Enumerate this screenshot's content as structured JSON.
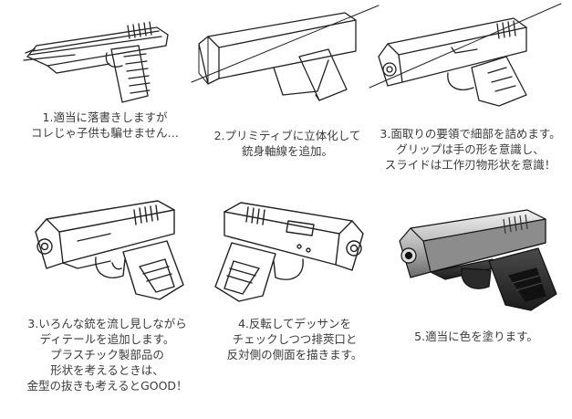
{
  "steps": [
    {
      "lines": [
        "1.適当に落書きしますが",
        "コレじゃ子供も騙せません…"
      ]
    },
    {
      "lines": [
        "2.プリミティブに立体化して",
        "銃身軸線を追加。"
      ]
    },
    {
      "lines": [
        "3.面取りの要領で細部を詰めます。",
        "グリップは手の形を意識し、",
        "スライドは工作刃物形状を意識！"
      ]
    },
    {
      "lines": [
        "3.いろんな銃を流し見しながら",
        "ディテールを追加します。",
        "プラスチック製部品の",
        "形状を考えるときは、",
        "金型の抜きも考えるとGOOD！"
      ]
    },
    {
      "lines": [
        "4.反転してデッサンを",
        "チェックしつつ排莢口と",
        "反対側の側面を描きます。"
      ]
    },
    {
      "lines": [
        "5.適当に色を塗ります。"
      ]
    }
  ]
}
